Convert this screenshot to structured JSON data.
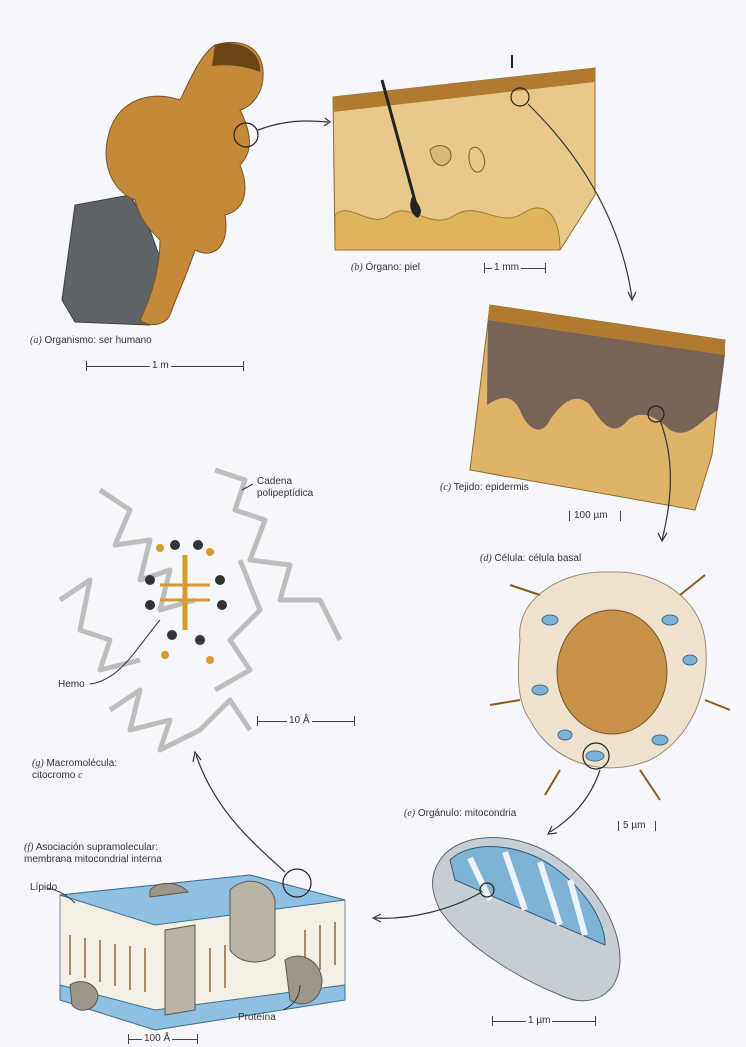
{
  "labels": {
    "a_letter": "(a)",
    "a_text": "Organismo: ser humano",
    "b_letter": "(b)",
    "b_text": "Órgano: piel",
    "c_letter": "(c)",
    "c_text": "Tejido: epidermis",
    "d_letter": "(d)",
    "d_text": "Célula: célula basal",
    "e_letter": "(e)",
    "e_text": "Orgánulo: mitocondria",
    "f_letter": "(f)",
    "f_text1": "Asociación supramolecular:",
    "f_text2": "membrana mitocondrial interna",
    "g_letter": "(g)",
    "g_text1": "Macromolécula:",
    "g_text2": "citocromo",
    "g_italic": "c",
    "cadena1": "Cadena",
    "cadena2": "polipeptídica",
    "hemo": "Hemo",
    "lipido": "Lípido",
    "proteina": "Proteína"
  },
  "scales": {
    "a": "1 m",
    "b": "1 mm",
    "c": "100 µm",
    "d": "5 µm",
    "e": "1 µm",
    "f": "100 Å",
    "g": "10 Å"
  },
  "colors": {
    "flesh": "#c48a3a",
    "skin_top": "#b07a30",
    "skin_body": "#e8c98a",
    "tissue_dark": "#6d5a55",
    "cell_nucleus": "#c9924a",
    "mito_blue": "#7fb3d6",
    "membrane_blue": "#8fc0e2",
    "protein_grey": "#b9b3a6",
    "ribbon_grey": "#bdbdbd",
    "heme_orange": "#d99a2b"
  }
}
